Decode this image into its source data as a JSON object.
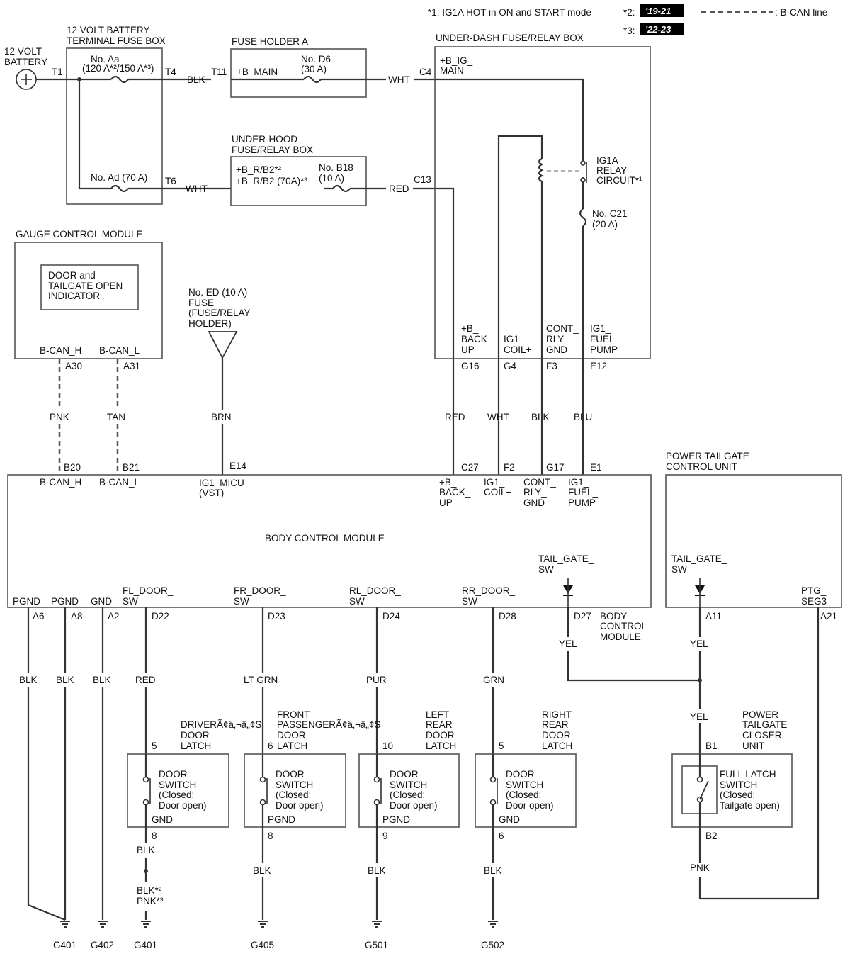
{
  "notes": {
    "n1": "*1: IG1A HOT in ON and START mode",
    "n2_mark": "*2:",
    "n2_badge": "'19-21",
    "n3_mark": "*3:",
    "n3_badge": "'22-23",
    "can_legend": ": B-CAN line"
  },
  "battery": {
    "label1": "12 VOLT",
    "label2": "BATTERY"
  },
  "term_box": {
    "title1": "12 VOLT BATTERY",
    "title2": "TERMINAL FUSE BOX",
    "t1": "T1",
    "t4": "T4",
    "t6": "T6",
    "fuse_aa": "No. Aa",
    "fuse_aa_rating": "(120 A*²/150 A*³)",
    "fuse_ad": "No. Ad (70 A)"
  },
  "fuse_holder_a": {
    "title": "FUSE HOLDER A",
    "t11": "T11",
    "bmain": "+B_MAIN",
    "fuse": "No. D6",
    "rating": "(30 A)"
  },
  "underhood": {
    "title1": "UNDER-HOOD",
    "title2": "FUSE/RELAY BOX",
    "line1": "+B_R/B2*²",
    "line2": "+B_R/B2 (70A)*³",
    "fuse": "No. B18",
    "rating": "(10 A)"
  },
  "underdash": {
    "title": "UNDER-DASH FUSE/RELAY BOX",
    "c4": "C4",
    "c13": "C13",
    "big1": "+B_IG_",
    "big2": "MAIN",
    "relay1": "IG1A",
    "relay2": "RELAY",
    "relay3": "CIRCUIT*¹",
    "fuse": "No. C21",
    "rating": "(20 A)",
    "p1a": "+B_",
    "p1b": "BACK_",
    "p1c": "UP",
    "p2a": "IG1_",
    "p2b": "COIL+",
    "p3a": "CONT_",
    "p3b": "RLY_",
    "p3c": "GND",
    "p4a": "IG1_",
    "p4b": "FUEL_",
    "p4c": "PUMP",
    "g16": "G16",
    "g4": "G4",
    "f3": "F3",
    "e12": "E12"
  },
  "gauge": {
    "title": "GAUGE CONTROL MODULE",
    "ind1": "DOOR and",
    "ind2": "TAILGATE OPEN",
    "ind3": "INDICATOR",
    "canh": "B-CAN_H",
    "canl": "B-CAN_L",
    "a30": "A30",
    "a31": "A31"
  },
  "fuse_ed": {
    "l1": "No. ED (10 A)",
    "l2": "FUSE",
    "l3": "(FUSE/RELAY",
    "l4": "HOLDER)"
  },
  "wires": {
    "blk_t4": "BLK",
    "wht_d6": "WHT",
    "wht_t6": "WHT",
    "red_b18": "RED",
    "pnk": "PNK",
    "tan": "TAN",
    "brn": "BRN",
    "red_g16": "RED",
    "wht_g4": "WHT",
    "blk_f3": "BLK",
    "blu_e12": "BLU",
    "blk_a6": "BLK",
    "blk_a8": "BLK",
    "blk_a2": "BLK",
    "red_d22": "RED",
    "ltgrn_d23": "LT GRN",
    "pur_d24": "PUR",
    "grn_d28": "GRN",
    "yel_d27": "YEL",
    "yel_a11": "YEL",
    "yel_b1": "YEL",
    "blk_dr8": "BLK",
    "blk2": "BLK*²",
    "pnk3": "PNK*³",
    "blk_fp8": "BLK",
    "blk_lr9": "BLK",
    "blk_rr6": "BLK",
    "pnk_b2": "PNK"
  },
  "bcm": {
    "title": "BODY CONTROL MODULE",
    "b20": "B20",
    "b21": "B21",
    "e14": "E14",
    "c27": "C27",
    "f2": "F2",
    "g17": "G17",
    "e1": "E1",
    "canh": "B-CAN_H",
    "canl": "B-CAN_L",
    "ig1micu1": "IG1_MICU",
    "ig1micu2": "(VST)",
    "bb1": "+B_",
    "bb2": "BACK_",
    "bb3": "UP",
    "ic1": "IG1_",
    "ic2": "COIL+",
    "cr1": "CONT_",
    "cr2": "RLY_",
    "cr3": "GND",
    "fp1": "IG1_",
    "fp2": "FUEL_",
    "fp3": "PUMP",
    "tg1": "TAIL_GATE_",
    "tg2": "SW",
    "pgnd1": "PGND",
    "pgnd2": "PGND",
    "gnd": "GND",
    "fl1": "FL_DOOR_",
    "fl2": "SW",
    "fr1": "FR_DOOR_",
    "fr2": "SW",
    "rl1": "RL_DOOR_",
    "rl2": "SW",
    "rr1": "RR_DOOR_",
    "rr2": "SW",
    "a6": "A6",
    "a8": "A8",
    "a2": "A2",
    "d22": "D22",
    "d23": "D23",
    "d24": "D24",
    "d28": "D28",
    "d27": "D27",
    "sub1": "BODY",
    "sub2": "CONTROL",
    "sub3": "MODULE"
  },
  "ptcu": {
    "title1": "POWER TAILGATE",
    "title2": "CONTROL UNIT",
    "tg1": "TAIL_GATE_",
    "tg2": "SW",
    "ptg1": "PTG_",
    "ptg2": "SEG3",
    "a11": "A11",
    "a21": "A21"
  },
  "latches": {
    "driver": {
      "t1": "DRIVERÃ¢â‚¬â„¢S",
      "t2": "DOOR",
      "t3": "LATCH",
      "pin_in": "5",
      "gnd": "GND",
      "pin_out": "8"
    },
    "front": {
      "t1": "FRONT",
      "t2": "PASSENGERÃ¢â‚¬â„¢S",
      "t3": "DOOR",
      "t4": "LATCH",
      "pin_in": "6",
      "gnd": "PGND",
      "pin_out": "8"
    },
    "left_rear": {
      "t1": "LEFT",
      "t2": "REAR",
      "t3": "DOOR",
      "t4": "LATCH",
      "pin_in": "10",
      "gnd": "PGND",
      "pin_out": "9"
    },
    "right_rear": {
      "t1": "RIGHT",
      "t2": "REAR",
      "t3": "DOOR",
      "t4": "LATCH",
      "pin_in": "5",
      "gnd": "GND",
      "pin_out": "6"
    },
    "switch": {
      "s1": "DOOR",
      "s2": "SWITCH",
      "s3": "(Closed:",
      "s4": "Door open)"
    }
  },
  "closer": {
    "t1": "POWER",
    "t2": "TAILGATE",
    "t3": "CLOSER",
    "t4": "UNIT",
    "b1": "B1",
    "b2": "B2",
    "s1": "FULL LATCH",
    "s2": "SWITCH",
    "s3": "(Closed:",
    "s4": "Tailgate open)"
  },
  "grounds": {
    "g1": "G401",
    "g2": "G402",
    "g3": "G401",
    "g4": "G405",
    "g5": "G501",
    "g6": "G502"
  }
}
